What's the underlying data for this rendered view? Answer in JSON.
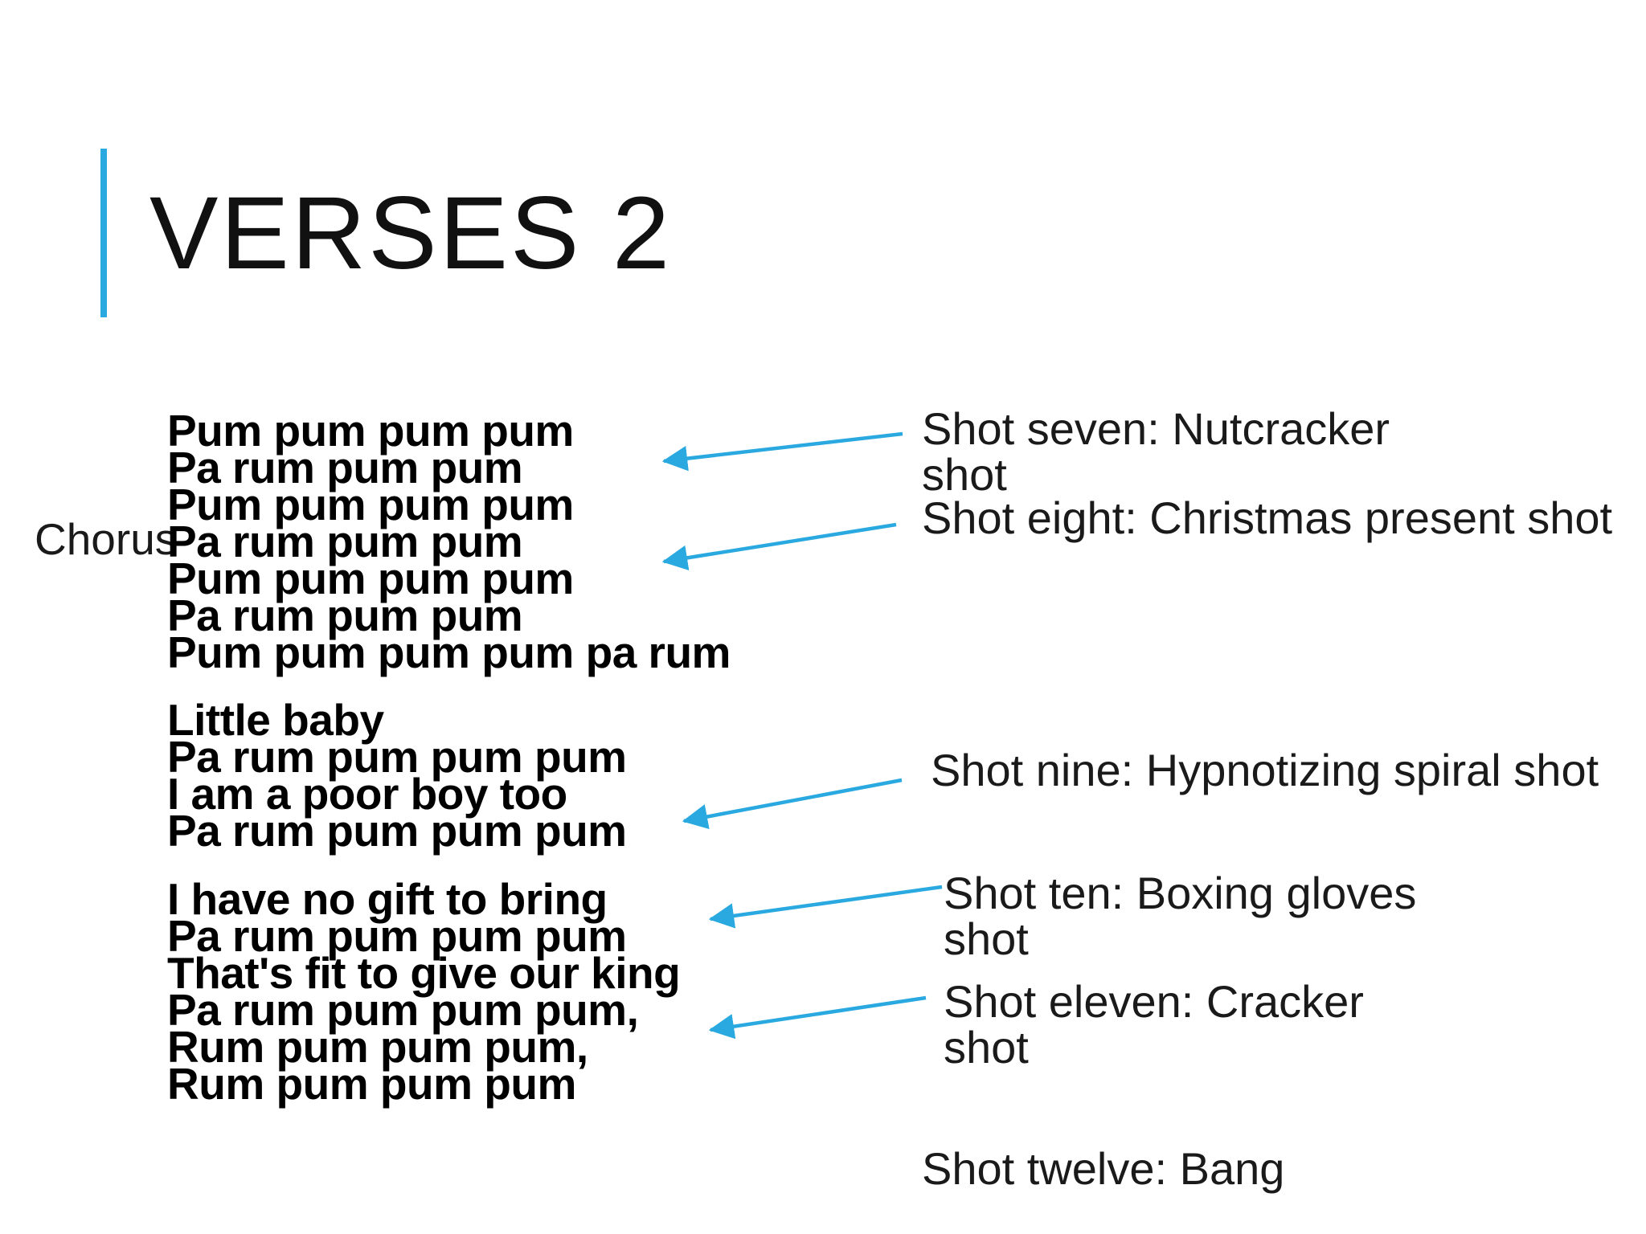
{
  "slide": {
    "title": "VERSES 2",
    "chorus_label": "Chorus",
    "accent_color": "#29A9E0",
    "text_color": "#000000",
    "stanzas": [
      {
        "lines": [
          "Pum pum pum pum",
          "Pa rum pum pum",
          "Pum pum pum pum",
          "Pa rum pum pum",
          "Pum pum pum pum",
          "Pa rum pum pum",
          "Pum pum pum pum pa rum"
        ]
      },
      {
        "lines": [
          "Little baby",
          "Pa rum pum pum pum",
          "I am a poor boy too",
          "Pa rum pum pum pum"
        ]
      },
      {
        "lines": [
          "I have no gift to bring",
          "Pa rum pum pum pum",
          "That's fit to give our king",
          "Pa rum pum pum pum,",
          "Rum pum pum pum,",
          "Rum pum pum pum"
        ]
      }
    ],
    "annotations": [
      {
        "id": "shot-seven",
        "lines": [
          "Shot seven: Nutcracker",
          "shot"
        ]
      },
      {
        "id": "shot-eight",
        "lines": [
          "Shot eight: Christmas present shot"
        ]
      },
      {
        "id": "shot-nine",
        "lines": [
          "Shot nine: Hypnotizing spiral shot"
        ]
      },
      {
        "id": "shot-ten",
        "lines": [
          "Shot ten: Boxing gloves",
          "shot"
        ]
      },
      {
        "id": "shot-eleven",
        "lines": [
          "Shot eleven: Cracker",
          "shot"
        ]
      },
      {
        "id": "shot-twelve",
        "lines": [
          "Shot twelve: Bang"
        ]
      }
    ]
  }
}
